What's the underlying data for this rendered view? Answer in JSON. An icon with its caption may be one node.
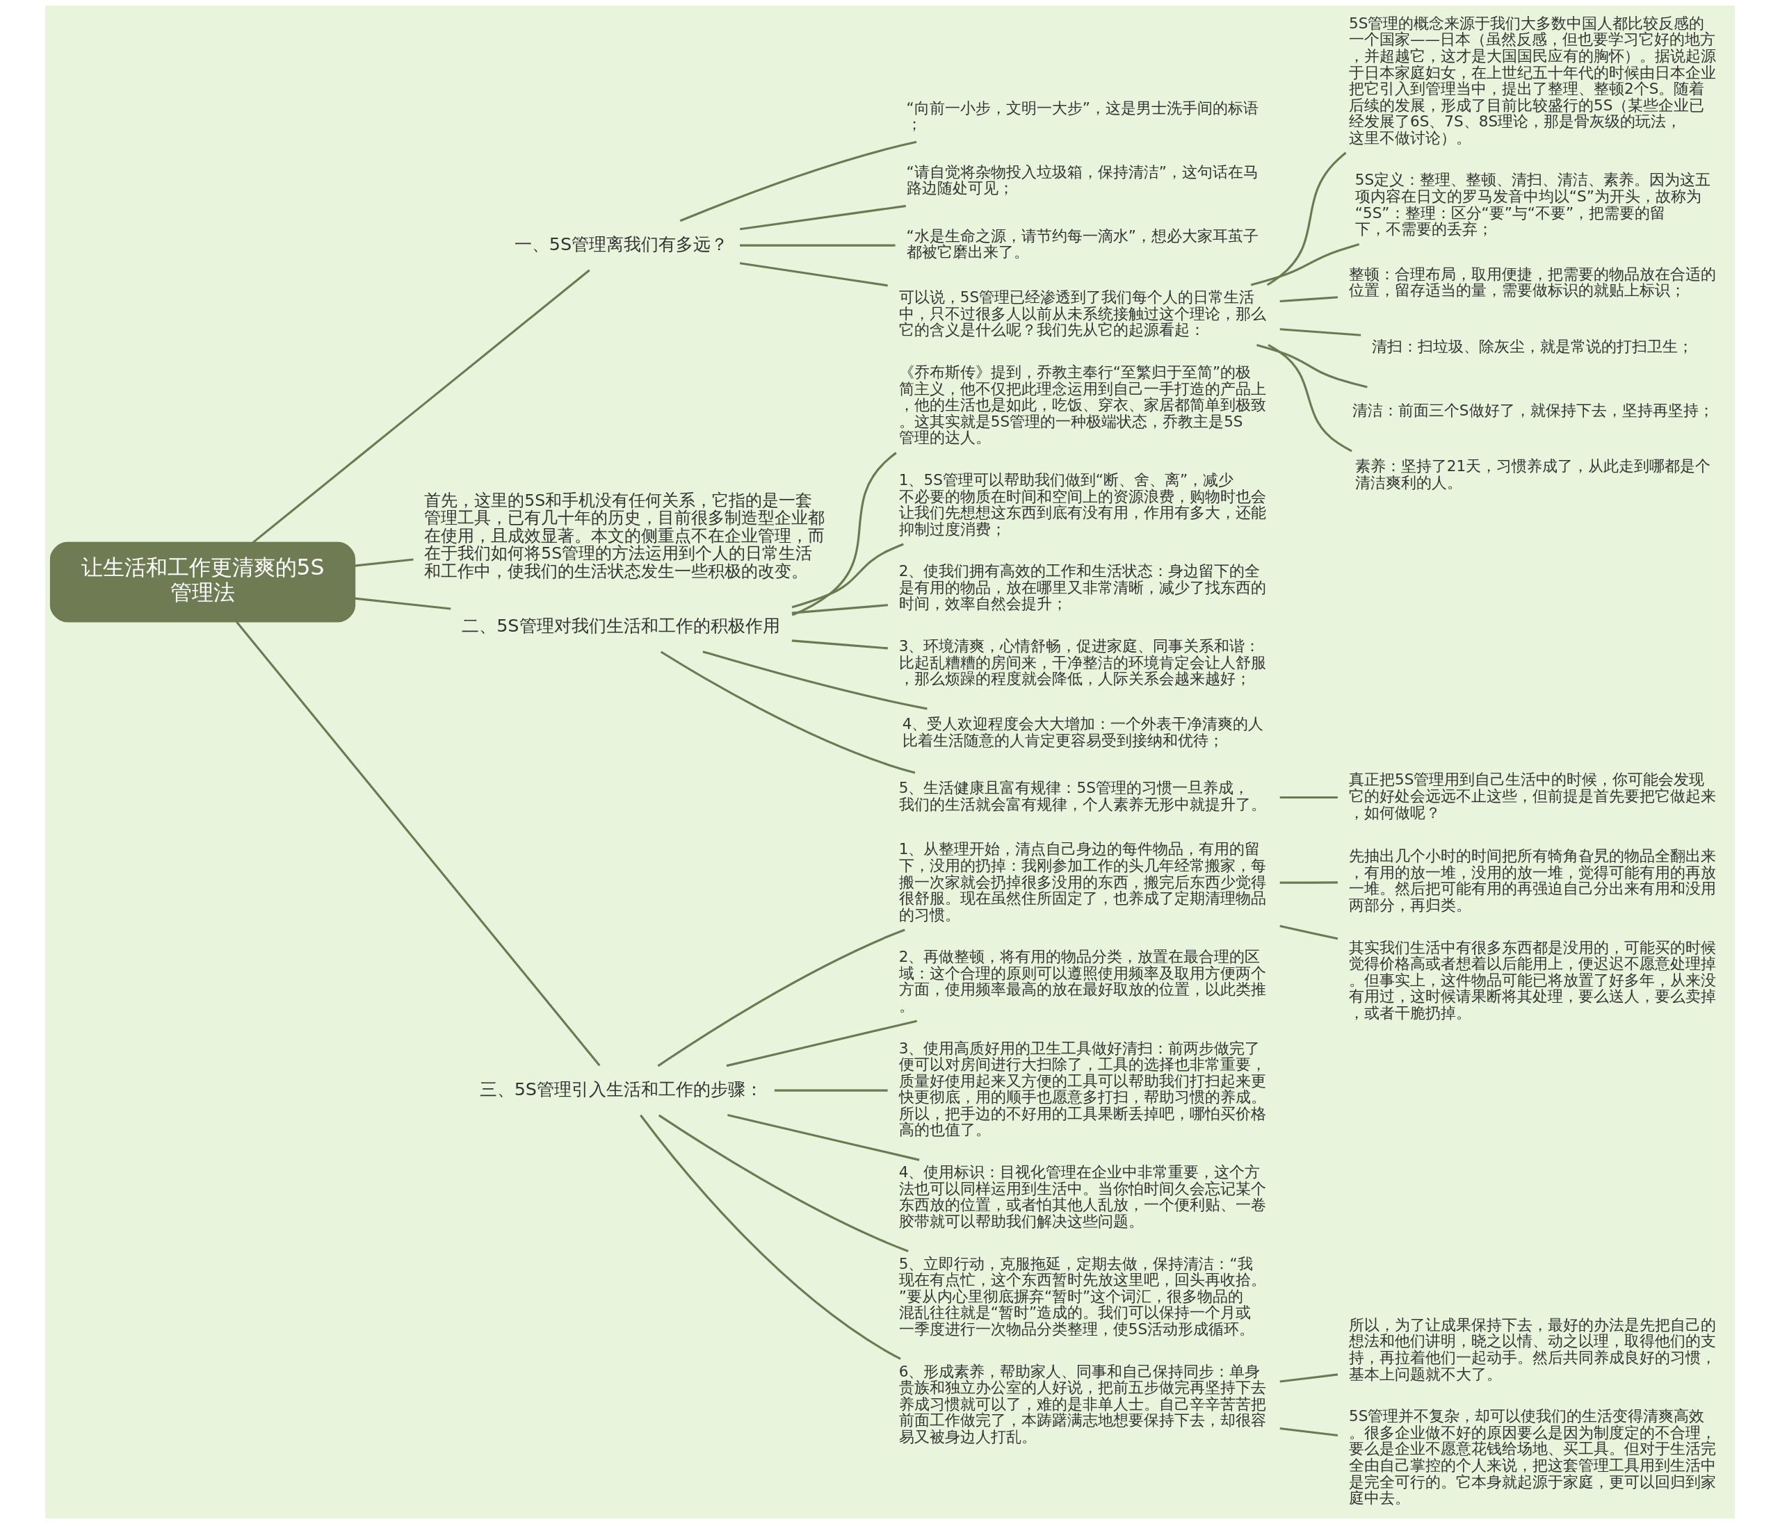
{
  "diagram": {
    "nodes": [
      {
        "text": [
          "让生活和工作更清爽的5S管理法"
        ]
      },
      {
        "text": [
          "一、5S管理离我们有多远？"
        ]
      },
      {
        "text": [
          "“向前一小步，文明一大步”，这是男士洗手间的标语；"
        ]
      },
      {
        "text": [
          "“请自觉将杂物投入垃圾箱，保持清洁”，这句话在马路边随处可见；"
        ]
      },
      {
        "text": [
          "“水是生命之源，请节约每一滴水”，想必大家耳茧子都被它磨出来了。"
        ]
      },
      {
        "text": [
          "可以说，5S管理已经渗透到了我们每个人的日常生活中，只不过很多人以前从未系统接触过这个理论，那么它的含义是什么呢？我们先从它的起源看起："
        ]
      },
      {
        "text": [
          "5S管理的概念来源于我们大多数中国人都比较反感的一个国家——日本（虽然反感，但也要学习它好的地方，并超越它，这才是大国国民应有的胸怀）。据说起源于日本家庭妇女，在上世纪五十年代的时候由日本企业把它引入到管理当中，提出了整理、整顿2个S。随着后续的发展，形成了目前比较盛行的5S（某些企业已经发展了6S、7S、8S理论，那是骨灰级的玩法，这里不做讨论）。"
        ]
      },
      {
        "text": [
          "5S定义：整理、整顿、清扫、清洁、素养。因为这五项内容在日文的罗马发音中均以“S”为开头，故称为“5S”：整理：区分“要”与“不要”，把需要的留下，不需要的丢弃；"
        ]
      },
      {
        "text": [
          "整顿：合理布局，取用便捷，把需要的物品放在合适的位置，留存适当的量，需要做标识的就贴上标识；"
        ]
      },
      {
        "text": [
          "清扫：扫垃圾、除灰尘，就是常说的打扫卫生；"
        ]
      },
      {
        "text": [
          "清洁：前面三个S做好了，就保持下去，坚持再坚持；"
        ]
      },
      {
        "text": [
          "素养：坚持了21天，习惯养成了，从此走到哪都是个清洁爽利的人。"
        ]
      },
      {
        "text": [
          "首先，这里的5S和手机没有任何关系，它指的是一套管理工具，已有几十年的历史，目前很多制造型企业都在使用，且成效显著。本文的侧重点不在企业管理，而在于我们如何将5S管理的方法运用到个人的日常生活和工作中，使我们的生活状态发生一些积极的改变。"
        ]
      },
      {
        "text": [
          "二、5S管理对我们生活和工作的积极作用"
        ]
      },
      {
        "text": [
          "《乔布斯传》提到，乔教主奉行“至繁归于至简”的极简主义，他不仅把此理念运用到自己一手打造的产品上，他的生活也是如此，吃饭、穿衣、家居都简单到极致。这其实就是5S管理的一种极端状态，乔教主是5S管理的达人。"
        ]
      },
      {
        "text": [
          "1、5S管理可以帮助我们做到“断、舍、离”，减少不必要的物质在时间和空间上的资源浪费，购物时也会让我们先想想这东西到底有没有用，作用有多大，还能抑制过度消费；"
        ]
      },
      {
        "text": [
          "2、使我们拥有高效的工作和生活状态：身边留下的全是有用的物品，放在哪里又非常清晰，减少了找东西的时间，效率自然会提升；"
        ]
      },
      {
        "text": [
          "3、环境清爽，心情舒畅，促进家庭、同事关系和谐：比起乱糟糟的房间来，干净整洁的环境肯定会让人舒服，那么烦躁的程度就会降低，人际关系会越来越好；"
        ]
      },
      {
        "text": [
          "4、受人欢迎程度会大大增加：一个外表干净清爽的人比着生活随意的人肯定更容易受到接纳和优待；"
        ]
      },
      {
        "text": [
          "5、生活健康且富有规律：5S管理的习惯一旦养成，我们的生活就会富有规律，个人素养无形中就提升了。"
        ]
      },
      {
        "text": [
          "真正把5S管理用到自己生活中的时候，你可能会发现它的好处会远远不止这些，但前提是首先要把它做起来，如何做呢？"
        ]
      },
      {
        "text": [
          "三、5S管理引入生活和工作的步骤："
        ]
      },
      {
        "text": [
          "1、从整理开始，清点自己身边的每件物品，有用的留下，没用的扔掉：我刚参加工作的头几年经常搬家，每搬一次家就会扔掉很多没用的东西，搬完后东西少觉得很舒服。现在虽然住所固定了，也养成了定期清理物品的习惯。"
        ]
      },
      {
        "text": [
          "先抽出几个小时的时间把所有犄角旮旯的物品全翻出来，有用的放一堆，没用的放一堆，觉得可能有用的再放一堆。然后把可能有用的再强迫自己分出来有用和没用两部分，再归类。"
        ]
      },
      {
        "text": [
          "其实我们生活中有很多东西都是没用的，可能买的时候觉得价格高或者想着以后能用上，便迟迟不愿意处理掉。但事实上，这件物品可能已将放置了好多年，从来没有用过，这时候请果断将其处理，要么送人，要么卖掉，或者干脆扔掉。"
        ]
      },
      {
        "text": [
          "2、再做整顿，将有用的物品分类，放置在最合理的区域：这个合理的原则可以遵照使用频率及取用方便两个方面，使用频率最高的放在最好取放的位置，以此类推。"
        ]
      },
      {
        "text": [
          "3、使用高质好用的卫生工具做好清扫：前两步做完了便可以对房间进行大扫除了，工具的选择也非常重要，质量好使用起来又方便的工具可以帮助我们打扫起来更快更彻底，用的顺手也愿意多打扫，帮助习惯的养成。所以，把手边的不好用的工具果断丢掉吧，哪怕买价格高的也值了。"
        ]
      },
      {
        "text": [
          "4、使用标识：目视化管理在企业中非常重要，这个方法也可以同样运用到生活中。当你怕时间久会忘记某个东西放的位置，或者怕其他人乱放，一个便利贴、一卷胶带就可以帮助我们解决这些问题。"
        ]
      },
      {
        "text": [
          "5、立即行动，克服拖延，定期去做，保持清洁：“我现在有点忙，这个东西暂时先放这里吧，回头再收拾。”要从内心里彻底摒弃“暂时”这个词汇，很多物品的混乱往往就是“暂时”造成的。我们可以保持一个月或一季度进行一次物品分类整理，使5S活动形成循环。"
        ]
      },
      {
        "text": [
          "6、形成素养，帮助家人、同事和自己保持同步：单身贵族和独立办公室的人好说，把前五步做完再坚持下去养成习惯就可以了，难的是非单人士。自己辛辛苦苦把前面工作做完了，本踌躇满志地想要保持下去，却很容易又被身边人打乱。"
        ]
      },
      {
        "text": [
          "所以，为了让成果保持下去，最好的办法是先把自己的想法和他们讲明，晓之以情、动之以理，取得他们的支持，再拉着他们一起动手。然后共同养成良好的习惯，基本上问题就不大了。"
        ]
      },
      {
        "text": [
          "5S管理并不复杂，却可以使我们的生活变得清爽高效。很多企业做不好的原因要么是因为制度定的不合理，要么是企业不愿意花钱给场地、买工具。但对于生活完全由自己掌控的个人来说，把这套管理工具用到生活中是完全可行的。它本身就起源于家庭，更可以回归到家庭中去。"
        ]
      }
    ],
    "edges": [
      {
        "from": 0,
        "to": 1,
        "arrow": "none"
      },
      {
        "from": 1,
        "to": 2,
        "arrow": "none"
      },
      {
        "from": 1,
        "to": 3,
        "arrow": "none"
      },
      {
        "from": 1,
        "to": 4,
        "arrow": "none"
      },
      {
        "from": 1,
        "to": 5,
        "arrow": "none"
      },
      {
        "from": 5,
        "to": 6,
        "arrow": "none"
      },
      {
        "from": 5,
        "to": 7,
        "arrow": "none"
      },
      {
        "from": 5,
        "to": 8,
        "arrow": "none"
      },
      {
        "from": 5,
        "to": 9,
        "arrow": "none"
      },
      {
        "from": 5,
        "to": 10,
        "arrow": "none"
      },
      {
        "from": 5,
        "to": 11,
        "arrow": "none"
      },
      {
        "from": 0,
        "to": 12,
        "arrow": "none"
      },
      {
        "from": 0,
        "to": 13,
        "arrow": "none"
      },
      {
        "from": 13,
        "to": 14,
        "arrow": "none"
      },
      {
        "from": 13,
        "to": 15,
        "arrow": "none"
      },
      {
        "from": 13,
        "to": 16,
        "arrow": "none"
      },
      {
        "from": 13,
        "to": 17,
        "arrow": "none"
      },
      {
        "from": 13,
        "to": 18,
        "arrow": "none"
      },
      {
        "from": 13,
        "to": 19,
        "arrow": "none"
      },
      {
        "from": 19,
        "to": 20,
        "arrow": "none"
      },
      {
        "from": 0,
        "to": 21,
        "arrow": "none"
      },
      {
        "from": 21,
        "to": 22,
        "arrow": "none"
      },
      {
        "from": 22,
        "to": 23,
        "arrow": "none"
      },
      {
        "from": 22,
        "to": 24,
        "arrow": "none"
      },
      {
        "from": 21,
        "to": 25,
        "arrow": "none"
      },
      {
        "from": 21,
        "to": 26,
        "arrow": "none"
      },
      {
        "from": 21,
        "to": 27,
        "arrow": "none"
      },
      {
        "from": 21,
        "to": 28,
        "arrow": "none"
      },
      {
        "from": 21,
        "to": 29,
        "arrow": "none"
      },
      {
        "from": 29,
        "to": 30,
        "arrow": "none"
      },
      {
        "from": 29,
        "to": 31,
        "arrow": "none"
      }
    ]
  }
}
